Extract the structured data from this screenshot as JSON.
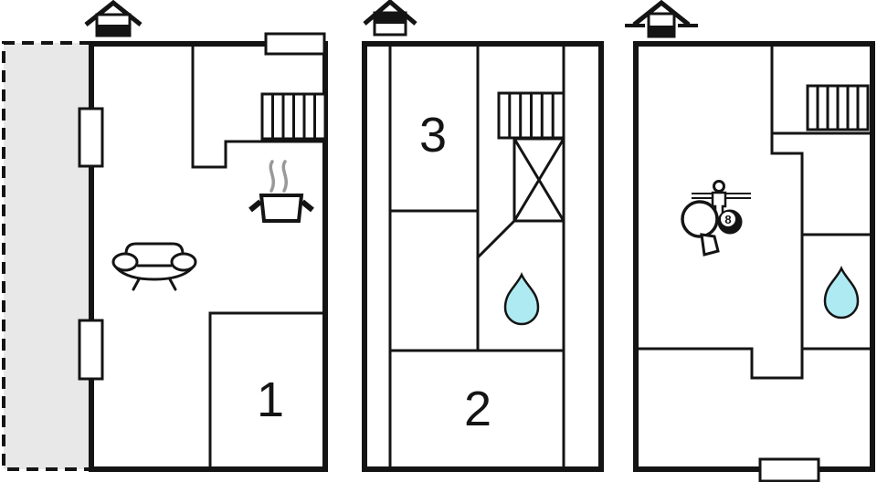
{
  "colors": {
    "terrace": "#e8e8e8",
    "water": "#aeeaf2",
    "steam": "#999999",
    "ball": "#141414"
  },
  "floors": [
    {
      "name": "ground-floor",
      "level_icon": "house-ground-level-icon",
      "room_labels": [
        "1"
      ]
    },
    {
      "name": "upper-floor",
      "level_icon": "house-upper-level-icon",
      "room_labels": [
        "3",
        "2"
      ]
    },
    {
      "name": "basement",
      "level_icon": "house-basement-level-icon",
      "room_labels": []
    }
  ],
  "billiard_ball_label": "8"
}
